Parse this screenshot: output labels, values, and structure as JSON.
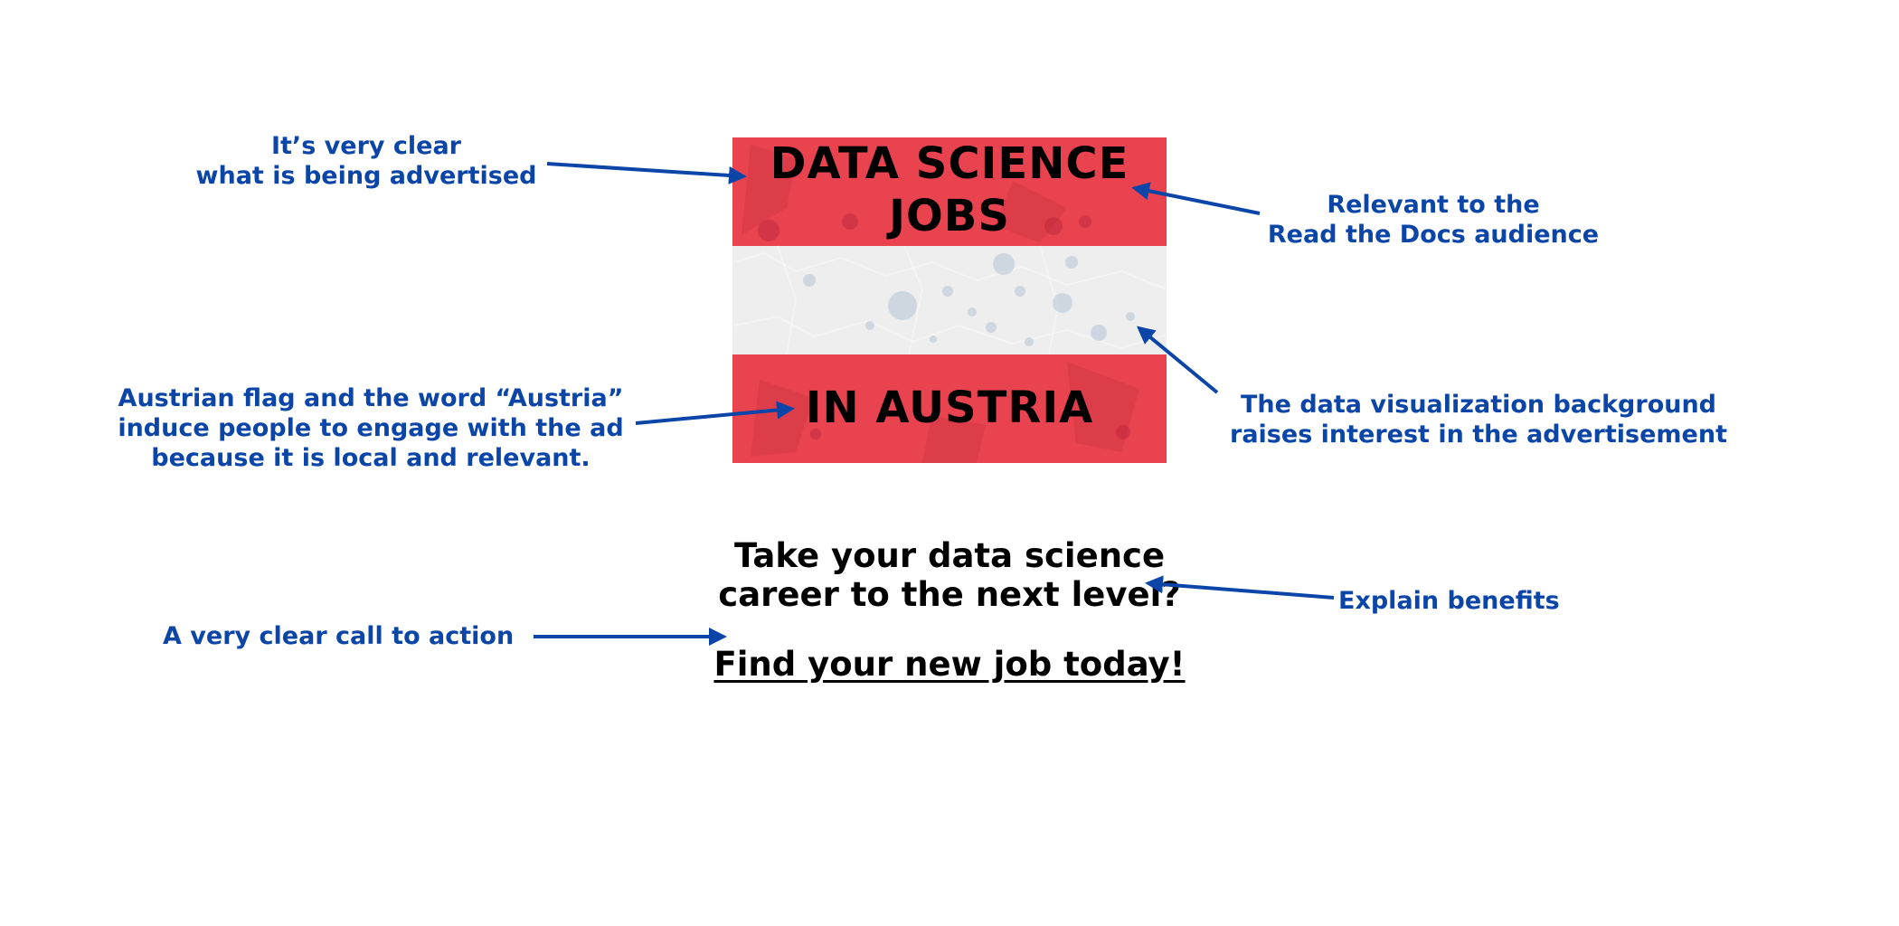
{
  "ad": {
    "headline": "DATA SCIENCE\nJOBS",
    "location": "IN AUSTRIA",
    "tagline": "Take your data science\ncareer to the next level?",
    "cta": "Find your new job today!"
  },
  "annotations": [
    "It’s very clear\nwhat is being advertised",
    "Relevant to the\nRead the Docs audience",
    "Austrian flag and the word “Austria”\ninduce people to engage with the ad\nbecause it is local and relevant.",
    "The data visualization background\nraises interest in the advertisement",
    "A very clear call to action",
    "Explain benefits"
  ],
  "colors": {
    "flag_red": "#e8434f",
    "flag_white": "#eeeeee",
    "annotation_blue": "#0b45a8"
  }
}
